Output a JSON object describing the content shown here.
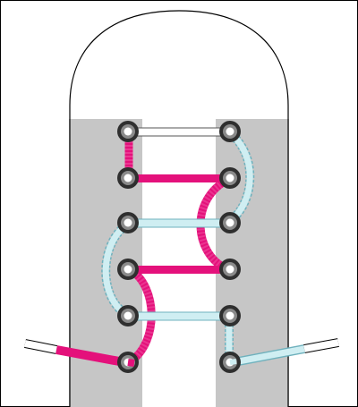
{
  "colors": {
    "frame_border": "#000000",
    "shoe_panel": "#c6c6c6",
    "gap_white": "#ffffff",
    "lace_pink": "#e4117b",
    "lace_pink_light": "#f05aa6",
    "lace_blue": "#cfeef2",
    "lace_blue_edge": "#6fb1bd",
    "lace_white": "#ffffff",
    "eyelet_outer": "#2f2f2f",
    "eyelet_ring": "#8a8a8a",
    "eyelet_hole": "#ffffff"
  },
  "diagram": {
    "eyelet_pairs": 6,
    "lacing": [
      {
        "from": "L1",
        "to": "R1",
        "color": "white",
        "kind": "straight-front"
      },
      {
        "from": "L1",
        "to": "L2",
        "color": "pink",
        "kind": "vertical-back"
      },
      {
        "from": "L2",
        "to": "R2",
        "color": "pink",
        "kind": "straight-front"
      },
      {
        "from": "R1",
        "to": "R3",
        "color": "blue",
        "kind": "diagonal-back"
      },
      {
        "from": "R2",
        "to": "R4",
        "color": "pink",
        "kind": "diagonal-back"
      },
      {
        "from": "R3",
        "to": "L3",
        "color": "blue",
        "kind": "straight-front"
      },
      {
        "from": "L3",
        "to": "L5",
        "color": "blue",
        "kind": "diagonal-back"
      },
      {
        "from": "R4",
        "to": "L4",
        "color": "pink",
        "kind": "straight-front"
      },
      {
        "from": "L4",
        "to": "L6",
        "color": "pink",
        "kind": "diagonal-back"
      },
      {
        "from": "L5",
        "to": "R5",
        "color": "blue",
        "kind": "straight-front"
      },
      {
        "from": "R5",
        "to": "R6",
        "color": "blue",
        "kind": "vertical-back"
      },
      {
        "from": "L6",
        "to": "end-left",
        "color": "pink",
        "kind": "lace-end"
      },
      {
        "from": "R6",
        "to": "end-right",
        "color": "blue",
        "kind": "lace-end"
      }
    ]
  }
}
